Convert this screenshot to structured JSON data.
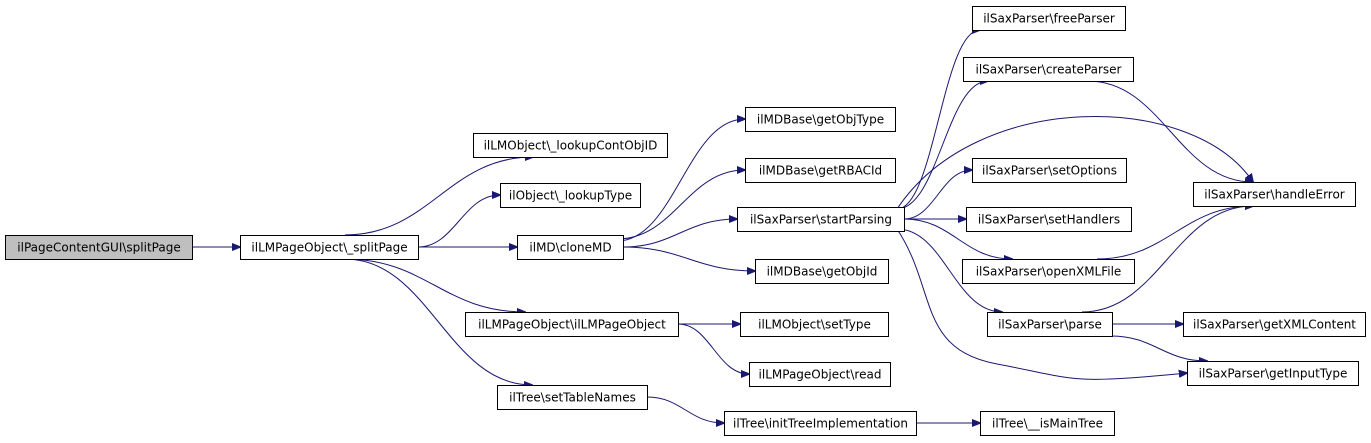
{
  "graph": {
    "colors": {
      "edge": "#191970",
      "root_fill": "#bfbfbf",
      "node_fill": "#ffffff",
      "border": "#000000"
    },
    "nodes": [
      {
        "id": "n0",
        "label": "ilPageContentGUI\\splitPage"
      },
      {
        "id": "n1",
        "label": "ilLMPageObject\\_splitPage"
      },
      {
        "id": "n2",
        "label": "ilLMObject\\_lookupContObjID"
      },
      {
        "id": "n3",
        "label": "ilObject\\_lookupType"
      },
      {
        "id": "n4",
        "label": "ilMD\\cloneMD"
      },
      {
        "id": "n5",
        "label": "ilLMPageObject\\ilLMPageObject"
      },
      {
        "id": "n6",
        "label": "ilTree\\setTableNames"
      },
      {
        "id": "n7",
        "label": "ilMDBase\\getObjType"
      },
      {
        "id": "n8",
        "label": "ilMDBase\\getRBACId"
      },
      {
        "id": "n9",
        "label": "ilSaxParser\\startParsing"
      },
      {
        "id": "n10",
        "label": "ilMDBase\\getObjId"
      },
      {
        "id": "n11",
        "label": "ilLMObject\\setType"
      },
      {
        "id": "n12",
        "label": "ilLMPageObject\\read"
      },
      {
        "id": "n13",
        "label": "ilTree\\initTreeImplementation"
      },
      {
        "id": "n14",
        "label": "ilSaxParser\\freeParser"
      },
      {
        "id": "n15",
        "label": "ilSaxParser\\createParser"
      },
      {
        "id": "n16",
        "label": "ilSaxParser\\setOptions"
      },
      {
        "id": "n17",
        "label": "ilSaxParser\\setHandlers"
      },
      {
        "id": "n18",
        "label": "ilSaxParser\\openXMLFile"
      },
      {
        "id": "n19",
        "label": "ilSaxParser\\parse"
      },
      {
        "id": "n20",
        "label": "ilTree\\__isMainTree"
      },
      {
        "id": "n21",
        "label": "ilSaxParser\\handleError"
      },
      {
        "id": "n22",
        "label": "ilSaxParser\\getXMLContent"
      },
      {
        "id": "n23",
        "label": "ilSaxParser\\getInputType"
      }
    ],
    "edges": [
      {
        "from": "n0",
        "to": "n1"
      },
      {
        "from": "n1",
        "to": "n2"
      },
      {
        "from": "n1",
        "to": "n3"
      },
      {
        "from": "n1",
        "to": "n4"
      },
      {
        "from": "n1",
        "to": "n5"
      },
      {
        "from": "n1",
        "to": "n6"
      },
      {
        "from": "n4",
        "to": "n7"
      },
      {
        "from": "n4",
        "to": "n8"
      },
      {
        "from": "n4",
        "to": "n9"
      },
      {
        "from": "n4",
        "to": "n10"
      },
      {
        "from": "n5",
        "to": "n11"
      },
      {
        "from": "n5",
        "to": "n12"
      },
      {
        "from": "n6",
        "to": "n13"
      },
      {
        "from": "n13",
        "to": "n20"
      },
      {
        "from": "n9",
        "to": "n14"
      },
      {
        "from": "n9",
        "to": "n15"
      },
      {
        "from": "n9",
        "to": "n21"
      },
      {
        "from": "n9",
        "to": "n16"
      },
      {
        "from": "n9",
        "to": "n17"
      },
      {
        "from": "n9",
        "to": "n18"
      },
      {
        "from": "n9",
        "to": "n19"
      },
      {
        "from": "n9",
        "to": "n23"
      },
      {
        "from": "n15",
        "to": "n21"
      },
      {
        "from": "n18",
        "to": "n21"
      },
      {
        "from": "n19",
        "to": "n21"
      },
      {
        "from": "n19",
        "to": "n22"
      },
      {
        "from": "n19",
        "to": "n23"
      }
    ]
  }
}
